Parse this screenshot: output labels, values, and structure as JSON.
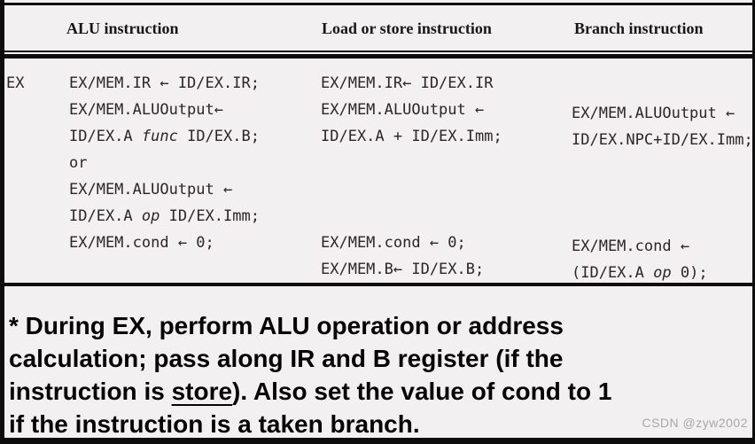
{
  "table": {
    "row_label": "EX",
    "headers": [
      "ALU instruction",
      "Load or store instruction",
      "Branch instruction"
    ],
    "columns": [
      {
        "name": "alu-instruction",
        "lines": [
          [
            {
              "t": "EX/MEM.IR ← ID/EX.IR;"
            }
          ],
          [
            {
              "t": "EX/MEM.ALUOutput←"
            }
          ],
          [
            {
              "t": "ID/EX.A "
            },
            {
              "t": "func",
              "s": "i"
            },
            {
              "t": " ID/EX.B;"
            }
          ],
          [
            {
              "t": "or"
            }
          ],
          [
            {
              "t": "EX/MEM.ALUOutput ←"
            }
          ],
          [
            {
              "t": "ID/EX.A "
            },
            {
              "t": "op",
              "s": "i"
            },
            {
              "t": " ID/EX.Imm;"
            }
          ],
          [
            {
              "t": "EX/MEM.cond ← 0;"
            }
          ],
          []
        ]
      },
      {
        "name": "load-or-store-instruction",
        "lines": [
          [
            {
              "t": "EX/MEM.IR← ID/EX.IR"
            }
          ],
          [
            {
              "t": "EX/MEM.ALUOutput ←"
            }
          ],
          [
            {
              "t": "ID/EX.A + ID/EX.Imm;"
            }
          ],
          [],
          [],
          [],
          [
            {
              "t": "EX/MEM.cond ← 0;"
            }
          ],
          [
            {
              "t": "EX/MEM.B← ID/EX.B;"
            }
          ]
        ]
      },
      {
        "name": "branch-instruction",
        "lines": [
          [],
          [
            {
              "t": "EX/MEM.ALUOutput ←"
            }
          ],
          [
            {
              "t": "ID/EX.NPC+ID/EX.Imm;"
            }
          ],
          [],
          [],
          [],
          [
            {
              "t": "EX/MEM.cond ←"
            }
          ],
          [
            {
              "t": "(ID/EX.A "
            },
            {
              "t": "op",
              "s": "i"
            },
            {
              "t": " 0);"
            }
          ]
        ]
      }
    ]
  },
  "note": {
    "lines": [
      [
        {
          "t": "* During EX, perform ALU operation or address"
        }
      ],
      [
        {
          "t": "calculation; pass along IR and B register (if the"
        }
      ],
      [
        {
          "t": "instruction is "
        },
        {
          "t": "store",
          "s": "u"
        },
        {
          "t": "). Also set the value of cond to 1"
        }
      ],
      [
        {
          "t": "if the instruction is a taken branch."
        }
      ]
    ]
  },
  "watermark": "CSDN @zyw2002",
  "colors": {
    "border": "#0d0d0d",
    "background": "#f2f0f1",
    "table_text": "#2b2526",
    "note_text": "#050505",
    "watermark_text": "#a8a8a8"
  }
}
